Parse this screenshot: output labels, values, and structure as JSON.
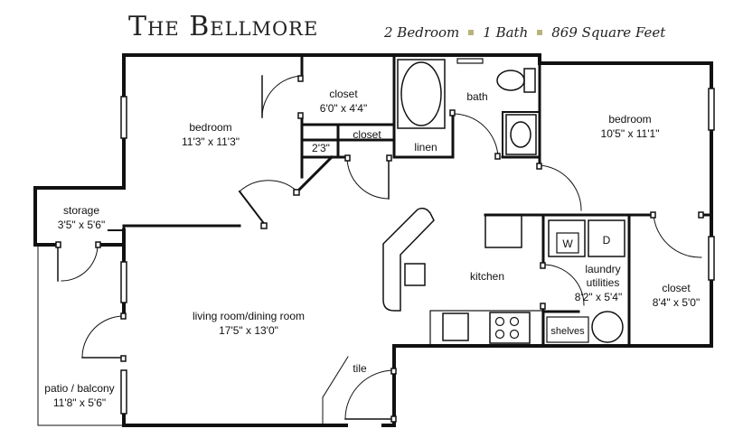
{
  "header": {
    "title": "The Bellmore",
    "bedrooms": "2 Bedroom",
    "baths": "1 Bath",
    "area": "869 Square Feet",
    "separator_color": "#b9b27d"
  },
  "rooms": {
    "bedroom1": {
      "name": "bedroom",
      "size": "11'3\" x 11'3\""
    },
    "closet1": {
      "name": "closet",
      "size": "6'0\" x 4'4\""
    },
    "closet_small_dim": "2'3\"",
    "closet2": {
      "name": "closet"
    },
    "linen": {
      "name": "linen"
    },
    "bath": {
      "name": "bath"
    },
    "bedroom2": {
      "name": "bedroom",
      "size": "10'5\" x 11'1\""
    },
    "storage": {
      "name": "storage",
      "size": "3'5\" x 5'6\""
    },
    "kitchen": {
      "name": "kitchen"
    },
    "laundry": {
      "name1": "laundry",
      "name2": "utilities",
      "size": "8'2\" x 5'4\""
    },
    "closet3": {
      "name": "closet",
      "size": "8'4\" x 5'0\""
    },
    "living": {
      "name": "living room/dining room",
      "size": "17'5\" x 13'0\""
    },
    "tile": {
      "name": "tile"
    },
    "patio": {
      "name": "patio / balcony",
      "size": "11'8\" x 5'6\""
    },
    "shelves": {
      "name": "shelves"
    },
    "washer": {
      "name": "W"
    },
    "dryer": {
      "name": "D"
    }
  }
}
